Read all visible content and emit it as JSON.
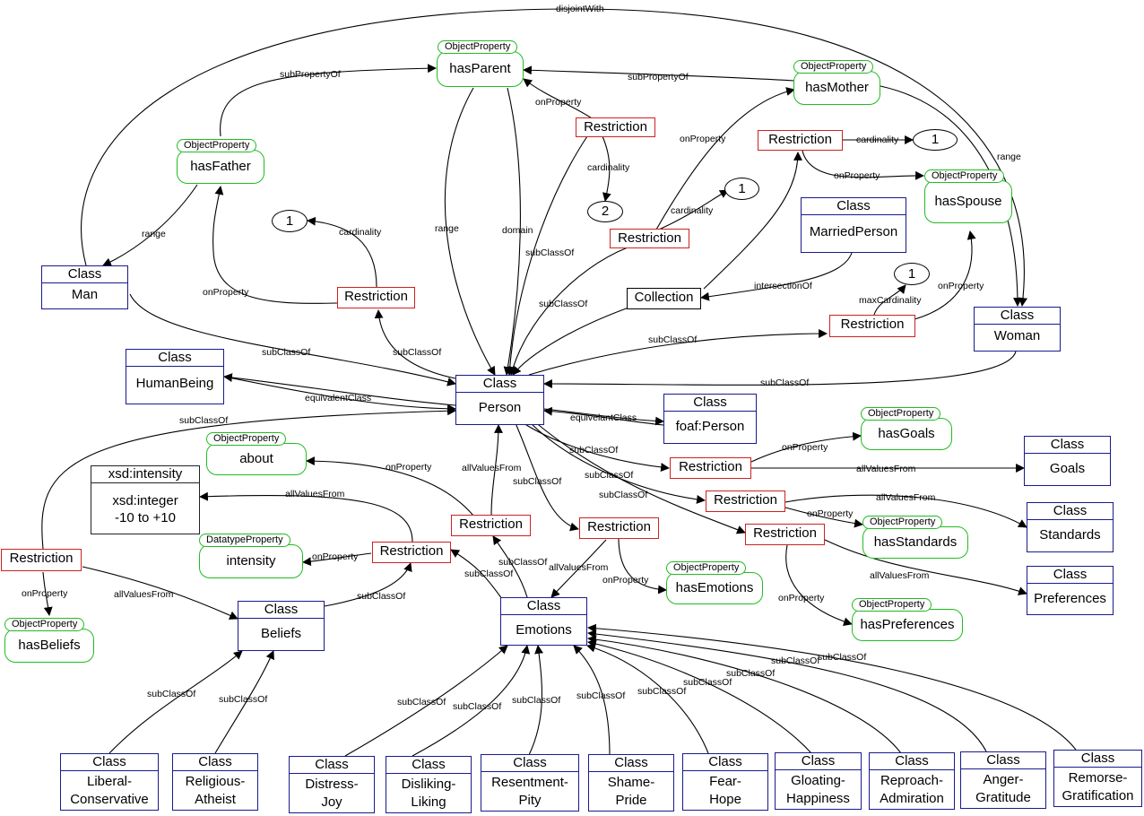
{
  "labels": {
    "class": "Class",
    "restriction": "Restriction",
    "object_property": "ObjectProperty",
    "datatype_property": "DatatypeProperty",
    "collection": "Collection"
  },
  "classes": {
    "man": "Man",
    "woman": "Woman",
    "married_person": "MarriedPerson",
    "human_being": "HumanBeing",
    "person": "Person",
    "foaf_person": "foaf:Person",
    "goals": "Goals",
    "standards": "Standards",
    "preferences": "Preferences",
    "beliefs": "Beliefs",
    "emotions": "Emotions",
    "liberal_conservative": "Liberal-\nConservative",
    "religious_atheist": "Religious-\nAtheist",
    "distress_joy": "Distress-\nJoy",
    "disliking_liking": "Disliking-\nLiking",
    "resentment_pity": "Resentment-\nPity",
    "shame_pride": "Shame-\nPride",
    "fear_hope": "Fear-\nHope",
    "gloating_happiness": "Gloating-\nHappiness",
    "reproach_admiration": "Reproach-\nAdmiration",
    "anger_gratitude": "Anger-\nGratitude",
    "remorse_gratification": "Remorse-\nGratification"
  },
  "xsd_intensity": {
    "header": "xsd:intensity",
    "body": "xsd:integer\n-10 to +10"
  },
  "properties": {
    "has_parent": "hasParent",
    "has_mother": "hasMother",
    "has_father": "hasFather",
    "has_spouse": "hasSpouse",
    "about": "about",
    "intensity": "intensity",
    "has_goals": "hasGoals",
    "has_standards": "hasStandards",
    "has_emotions": "hasEmotions",
    "has_preferences": "hasPreferences",
    "has_beliefs": "hasBeliefs"
  },
  "cardinality_values": {
    "father": "1",
    "parent": "2",
    "mother": "1",
    "top": "1",
    "spouse": "1"
  },
  "edge_labels": {
    "disjoint_with": "disjointWith",
    "sub_property_of": "subPropertyOf",
    "on_property": "onProperty",
    "cardinality": "cardinality",
    "max_cardinality": "maxCardinality",
    "range": "range",
    "domain": "domain",
    "sub_class_of": "subClassOf",
    "intersection_of": "intersectionOf",
    "equivalent_class": "equivalentClass",
    "equivelant_class": "equivelantClass",
    "all_values_from": "allValuesFrom"
  },
  "colors": {
    "class_border": "#1a1a8c",
    "restriction_border": "#cc2222",
    "property_border": "#22bb22"
  }
}
